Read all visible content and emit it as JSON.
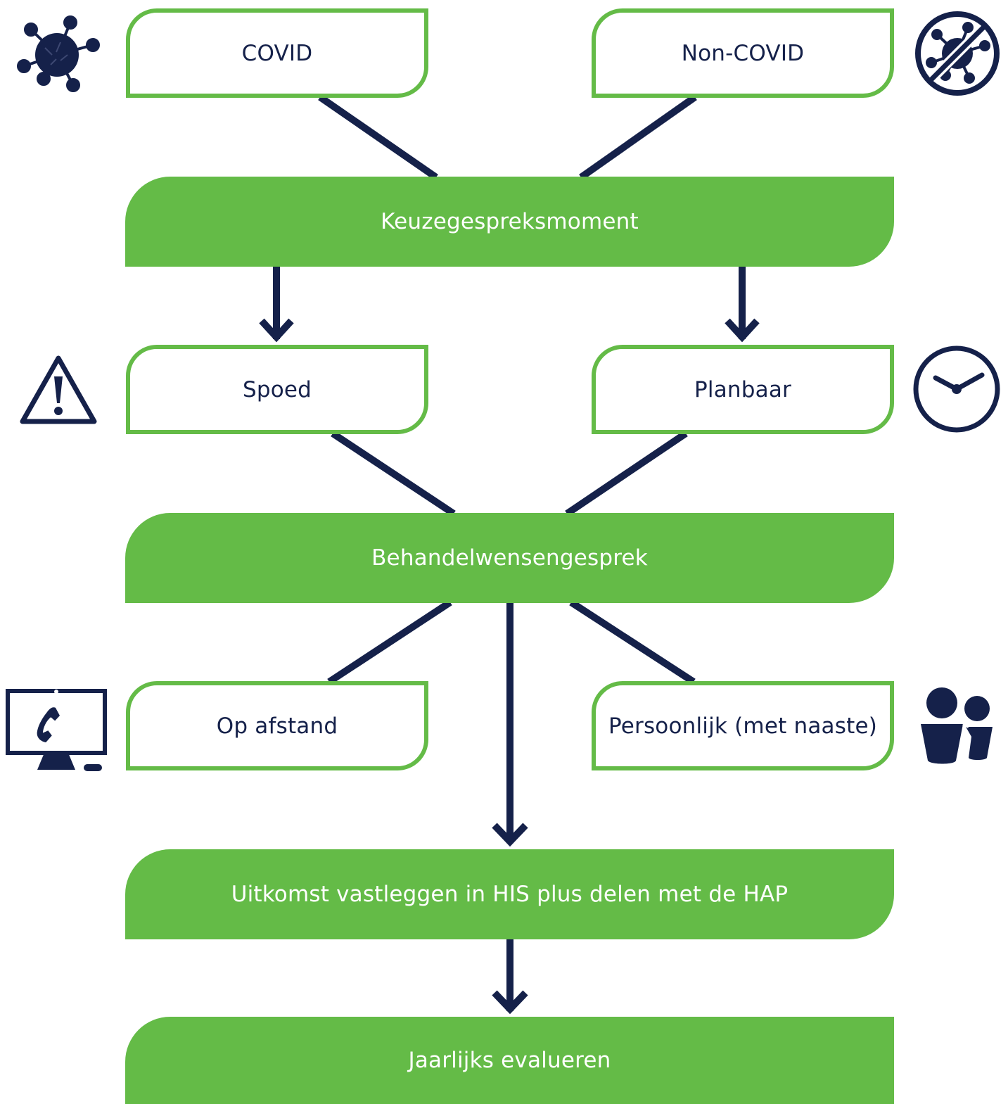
{
  "colors": {
    "green": "#64bb47",
    "navy": "#15214a",
    "white": "#ffffff"
  },
  "nodes": {
    "covid": "COVID",
    "non_covid": "Non-COVID",
    "keuzegespreksmoment": "Keuzegespreksmoment",
    "spoed": "Spoed",
    "planbaar": "Planbaar",
    "behandelwensengesprek": "Behandelwensengesprek",
    "op_afstand": "Op afstand",
    "persoonlijk": "Persoonlijk (met naaste)",
    "uitkomst": "Uitkomst vastleggen in HIS plus delen met de HAP",
    "jaarlijks": "Jaarlijks evalueren"
  },
  "icons": {
    "covid": "virus-icon",
    "non_covid": "no-virus-icon",
    "spoed": "warning-icon",
    "planbaar": "clock-icon",
    "op_afstand": "computer-phone-icon",
    "persoonlijk": "people-icon"
  }
}
